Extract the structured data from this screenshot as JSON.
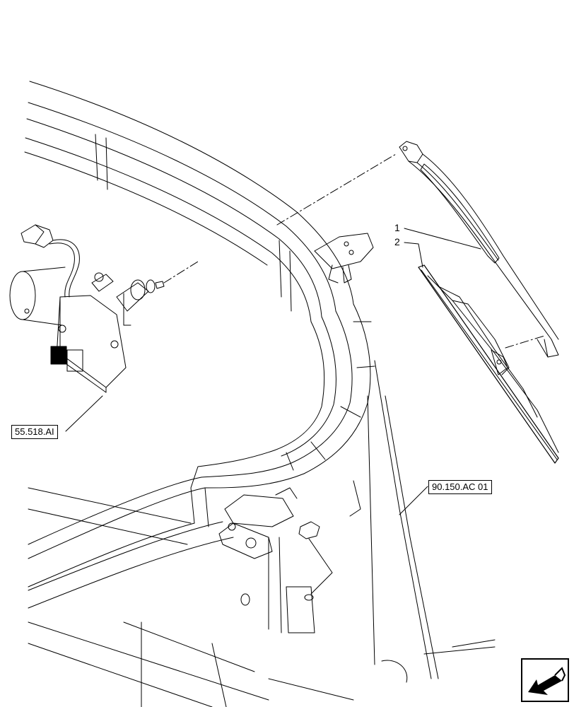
{
  "references": {
    "motor_ref": "55.518.AI",
    "frame_ref": "90.150.AC 01"
  },
  "callouts": {
    "item1": "1",
    "item2": "2"
  },
  "icons": {
    "nav": "next-page-arrow-icon"
  },
  "colors": {
    "line": "#000000",
    "background": "#ffffff"
  }
}
